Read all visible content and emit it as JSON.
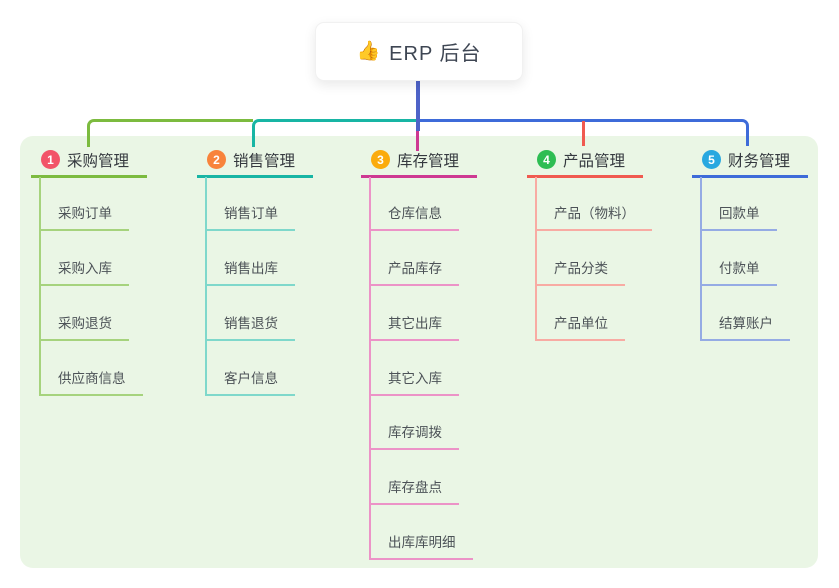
{
  "root": {
    "icon": "👍",
    "title": "ERP 后台"
  },
  "colors": {
    "canvas_bg": "#EAF6E5",
    "root_line": "#4E63C8",
    "head_text": "#35393F",
    "child_text": "#4C5257",
    "root_text": "#3E4653"
  },
  "branches": [
    {
      "num": "1",
      "label": "采购管理",
      "badge_color": "#F25468",
      "line_color": "#7CBB3F",
      "child_line_color": "#A6D37D",
      "children": [
        "采购订单",
        "采购入库",
        "采购退货",
        "供应商信息"
      ]
    },
    {
      "num": "2",
      "label": "销售管理",
      "badge_color": "#F8833B",
      "line_color": "#18B5A4",
      "child_line_color": "#7FD8CB",
      "children": [
        "销售订单",
        "销售出库",
        "销售退货",
        "客户信息"
      ]
    },
    {
      "num": "3",
      "label": "库存管理",
      "badge_color": "#FBAB0C",
      "line_color": "#CE3992",
      "child_line_color": "#EC93C7",
      "children": [
        "仓库信息",
        "产品库存",
        "其它出库",
        "其它入库",
        "库存调拨",
        "库存盘点",
        "出库库明细"
      ]
    },
    {
      "num": "4",
      "label": "产品管理",
      "badge_color": "#2EBD53",
      "line_color": "#F05A50",
      "child_line_color": "#F8ABA3",
      "children": [
        "产品（物料）",
        "产品分类",
        "产品单位"
      ]
    },
    {
      "num": "5",
      "label": "财务管理",
      "badge_color": "#29A8E0",
      "line_color": "#3E6BD9",
      "child_line_color": "#95ABE4",
      "children": [
        "回款单",
        "付款单",
        "结算账户"
      ]
    }
  ]
}
